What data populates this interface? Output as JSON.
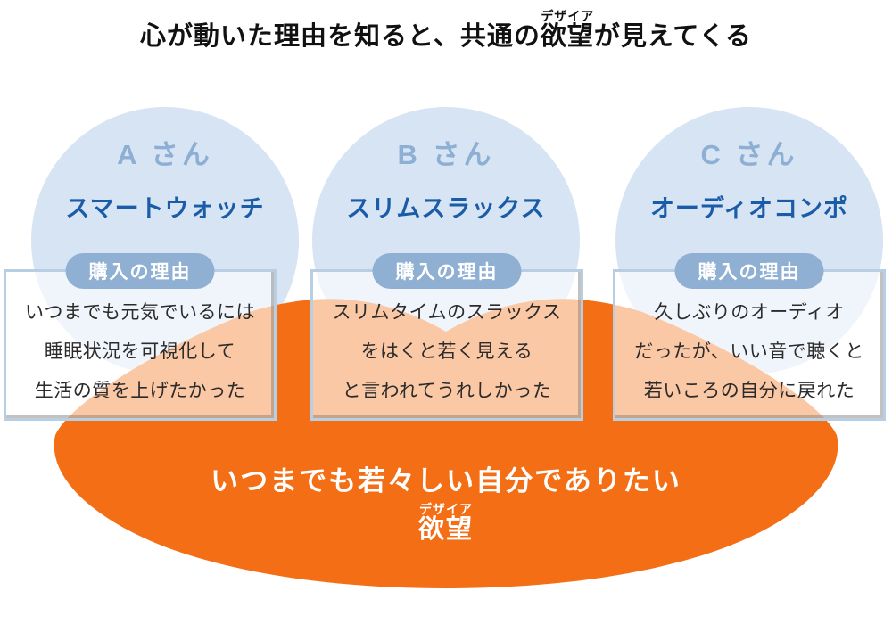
{
  "title": {
    "prefix": "心が動いた理由を知ると、共通の",
    "ruby_base": "欲望",
    "ruby_text": "デザイア",
    "suffix": "が見えてくる"
  },
  "cards": [
    {
      "person": "A さん",
      "product": "スマートウォッチ",
      "badge": "購入の理由",
      "lines": [
        "いつまでも元気でいるには",
        "睡眠状況を可視化して",
        "生活の質を上げたかった"
      ]
    },
    {
      "person": "B さん",
      "product": "スリムスラックス",
      "badge": "購入の理由",
      "lines": [
        "スリムタイムのスラックス",
        "をはくと若く見える",
        "と言われてうれしかった"
      ]
    },
    {
      "person": "C さん",
      "product": "オーディオコンポ",
      "badge": "購入の理由",
      "lines": [
        "久しぶりのオーディオ",
        "だったが、いい音で聴くと",
        "若いころの自分に戻れた"
      ]
    }
  ],
  "desire": {
    "statement": "いつまでも若々しい自分でありたい",
    "ruby_text": "デザイア",
    "ruby_base": "欲望"
  },
  "colors": {
    "orange": "#F36E15",
    "circle_blue": "#D7E4F3",
    "person_blue": "#8DAFD3",
    "product_blue": "#1A5CA8",
    "badge_blue": "#8FB0D2",
    "card_border_blue": "#B7CEE3",
    "text_dark": "#2B2B2B"
  }
}
